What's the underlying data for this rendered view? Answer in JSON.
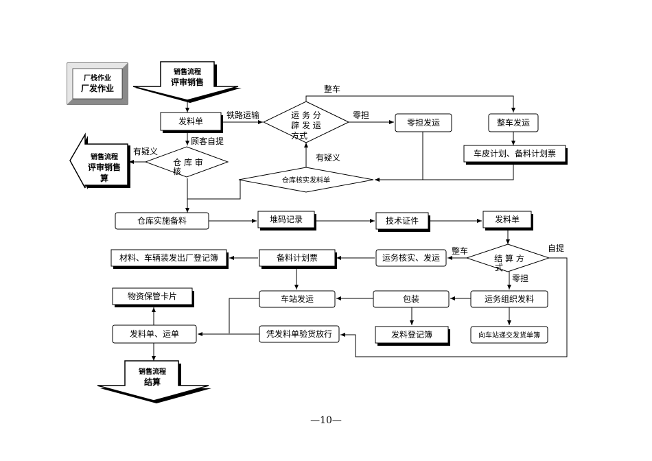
{
  "sidebar_box": {
    "line1": "厂栈作业",
    "line2": "厂发作业"
  },
  "top_arrow": {
    "line1": "销售流程",
    "line2": "评审销售"
  },
  "left_arrow": {
    "line1": "销售流程",
    "line2": "评审销售",
    "line3": "算"
  },
  "bottom_arrow": {
    "line1": "销售流程",
    "line2": "结算"
  },
  "nodes": {
    "issue_slip_1": "发料单",
    "transport_l1": "运  务  分",
    "transport_l2": "辟  发  运",
    "transport_l3": "方式",
    "ltl_dispatch": "零担发运",
    "full_dispatch": "整车发运",
    "wagon_plan": "车皮计划、备料计划票",
    "warehouse_review_l1": "仓  库  审",
    "warehouse_review_l2": "核",
    "warehouse_verify": "仓库核实发料单",
    "warehouse_prepare": "仓库实施备料",
    "stacking_record": "堆码记录",
    "tech_certificate": "技术证件",
    "issue_slip_2": "发料单",
    "settlement_l1": "结  算  方",
    "settlement_l2": "式",
    "transport_verify": "运务核实、发运",
    "material_plan": "备料计划票",
    "exit_register": "材料、车辆装发出厂登记簿",
    "station_dispatch": "车站发运",
    "packing": "包装",
    "transport_org": "运务组织发料",
    "asset_card": "物资保管卡片",
    "issue_waybill": "发料单、运单",
    "voucher_release": "凭发料单验货放行",
    "issue_register": "发料登记簿",
    "station_delivery": "向车站递交发货单簿"
  },
  "edge_labels": {
    "full_car_top": "整车",
    "railway": "铁路运输",
    "ltl": "零担",
    "customer_pickup": "顾客自提",
    "doubt_left": "有疑义",
    "doubt_mid": "有疑义",
    "full_car_mid": "整车",
    "self_pickup": "自提",
    "ltl_2": "零担"
  },
  "page_number": "—10—"
}
